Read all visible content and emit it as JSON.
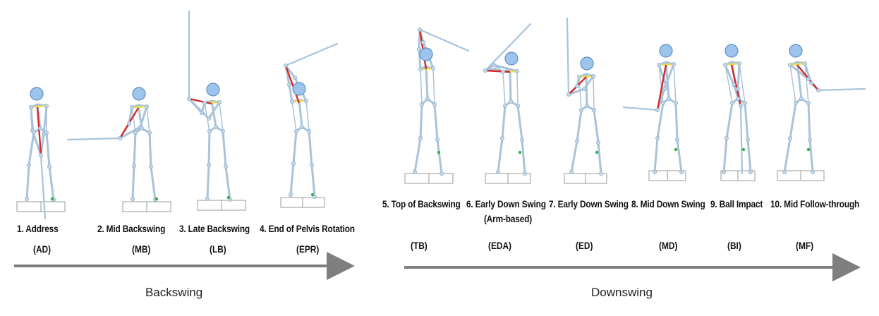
{
  "phases": [
    {
      "name": "Backswing",
      "arrow_color": "#7f7f7f"
    },
    {
      "name": "Downswing",
      "arrow_color": "#7f7f7f"
    }
  ],
  "steps": [
    {
      "label": "1. Address",
      "abbr": "(AD)"
    },
    {
      "label": "2. Mid Backswing",
      "abbr": "(MB)"
    },
    {
      "label": "3. Late Backswing",
      "abbr": "(LB)"
    },
    {
      "label": "4. End of Pelvis Rotation",
      "abbr": "(EPR)"
    },
    {
      "label": "5. Top of Backswing",
      "abbr": "(TB)"
    },
    {
      "label": "6. Early Down Swing",
      "sublabel": "(Arm-based)",
      "abbr": "(EDA)"
    },
    {
      "label": "7. Early Down Swing",
      "abbr": "(ED)"
    },
    {
      "label": "8. Mid  Down Swing",
      "abbr": "(MD)"
    },
    {
      "label": "9. Ball Impact",
      "abbr": "(BI)"
    },
    {
      "label": "10. Mid  Follow-through",
      "abbr": "(MF)"
    }
  ],
  "colors": {
    "skeleton": "#a9c3da",
    "joint": "#c3d7e8",
    "head": "#9cc4ec",
    "shoulder_line": "#e8e05a",
    "torso_line": "#d42a2a",
    "ball_marker": "#2fb24a",
    "platform": "#9a9a9a"
  }
}
